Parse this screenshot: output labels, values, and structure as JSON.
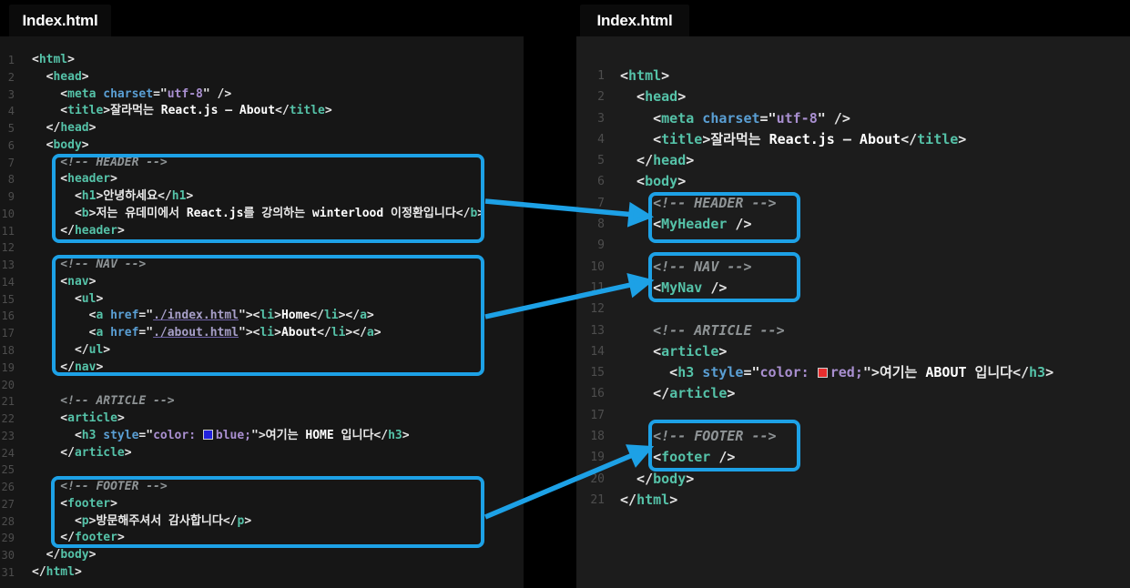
{
  "colors": {
    "accent": "#1da1e6",
    "swatch_blue": "#2222dd",
    "swatch_red": "#e62e2e",
    "tag": "#55c2a8",
    "attribute": "#5a9fd4",
    "string": "#a98fd0",
    "comment": "#8f9496"
  },
  "highlights": [
    {
      "panel": "left",
      "label": "HEADER"
    },
    {
      "panel": "left",
      "label": "NAV"
    },
    {
      "panel": "left",
      "label": "FOOTER"
    },
    {
      "panel": "right",
      "label": "HEADER"
    },
    {
      "panel": "right",
      "label": "NAV"
    },
    {
      "panel": "right",
      "label": "FOOTER"
    }
  ],
  "panels": [
    {
      "id": "left",
      "tab": "Index.html",
      "lines": [
        {
          "n": 1,
          "t": [
            [
              "br",
              "<"
            ],
            [
              "tag",
              "html"
            ],
            [
              "br",
              ">"
            ]
          ]
        },
        {
          "n": 2,
          "t": [
            [
              "br",
              "  <"
            ],
            [
              "tag",
              "head"
            ],
            [
              "br",
              ">"
            ]
          ]
        },
        {
          "n": 3,
          "t": [
            [
              "br",
              "    <"
            ],
            [
              "tag",
              "meta"
            ],
            [
              "attr",
              " charset"
            ],
            [
              "br",
              "=\""
            ],
            [
              "str",
              "utf-8"
            ],
            [
              "br",
              "\" />"
            ]
          ]
        },
        {
          "n": 4,
          "t": [
            [
              "br",
              "    <"
            ],
            [
              "tag",
              "title"
            ],
            [
              "br",
              ">"
            ],
            [
              "txt",
              "잘라먹는 "
            ],
            [
              "em",
              "React.js"
            ],
            [
              "txt",
              " – "
            ],
            [
              "em",
              "About"
            ],
            [
              "br",
              "</"
            ],
            [
              "tag",
              "title"
            ],
            [
              "br",
              ">"
            ]
          ]
        },
        {
          "n": 5,
          "t": [
            [
              "br",
              "  </"
            ],
            [
              "tag",
              "head"
            ],
            [
              "br",
              ">"
            ]
          ]
        },
        {
          "n": 6,
          "t": [
            [
              "br",
              "  <"
            ],
            [
              "tag",
              "body"
            ],
            [
              "br",
              ">"
            ]
          ]
        },
        {
          "n": 7,
          "t": [
            [
              "cmt",
              "    <!-- HEADER -->"
            ]
          ]
        },
        {
          "n": 8,
          "t": [
            [
              "br",
              "    <"
            ],
            [
              "tag",
              "header"
            ],
            [
              "br",
              ">"
            ]
          ]
        },
        {
          "n": 9,
          "t": [
            [
              "br",
              "      <"
            ],
            [
              "tag",
              "h1"
            ],
            [
              "br",
              ">"
            ],
            [
              "txt",
              "안녕하세요"
            ],
            [
              "br",
              "</"
            ],
            [
              "tag",
              "h1"
            ],
            [
              "br",
              ">"
            ]
          ]
        },
        {
          "n": 10,
          "t": [
            [
              "br",
              "      <"
            ],
            [
              "tag",
              "b"
            ],
            [
              "br",
              ">"
            ],
            [
              "txt",
              "저는 유데미에서 "
            ],
            [
              "em",
              "React.js"
            ],
            [
              "txt",
              "를 강의하는 "
            ],
            [
              "em",
              "winterlood"
            ],
            [
              "txt",
              " 이정환입니다"
            ],
            [
              "br",
              "</"
            ],
            [
              "tag",
              "b"
            ],
            [
              "br",
              ">"
            ]
          ]
        },
        {
          "n": 11,
          "t": [
            [
              "br",
              "    </"
            ],
            [
              "tag",
              "header"
            ],
            [
              "br",
              ">"
            ]
          ]
        },
        {
          "n": 12,
          "t": []
        },
        {
          "n": 13,
          "t": [
            [
              "cmt",
              "    <!-- NAV -->"
            ]
          ]
        },
        {
          "n": 14,
          "t": [
            [
              "br",
              "    <"
            ],
            [
              "tag",
              "nav"
            ],
            [
              "br",
              ">"
            ]
          ]
        },
        {
          "n": 15,
          "t": [
            [
              "br",
              "      <"
            ],
            [
              "tag",
              "ul"
            ],
            [
              "br",
              ">"
            ]
          ]
        },
        {
          "n": 16,
          "t": [
            [
              "br",
              "        <"
            ],
            [
              "tag",
              "a"
            ],
            [
              "attr",
              " href"
            ],
            [
              "br",
              "=\""
            ],
            [
              "link",
              "./index.html"
            ],
            [
              "br",
              "\"><"
            ],
            [
              "tag",
              "li"
            ],
            [
              "br",
              ">"
            ],
            [
              "em",
              "Home"
            ],
            [
              "br",
              "</"
            ],
            [
              "tag",
              "li"
            ],
            [
              "br",
              "></"
            ],
            [
              "tag",
              "a"
            ],
            [
              "br",
              ">"
            ]
          ]
        },
        {
          "n": 17,
          "t": [
            [
              "br",
              "        <"
            ],
            [
              "tag",
              "a"
            ],
            [
              "attr",
              " href"
            ],
            [
              "br",
              "=\""
            ],
            [
              "link",
              "./about.html"
            ],
            [
              "br",
              "\"><"
            ],
            [
              "tag",
              "li"
            ],
            [
              "br",
              ">"
            ],
            [
              "em",
              "About"
            ],
            [
              "br",
              "</"
            ],
            [
              "tag",
              "li"
            ],
            [
              "br",
              "></"
            ],
            [
              "tag",
              "a"
            ],
            [
              "br",
              ">"
            ]
          ]
        },
        {
          "n": 18,
          "t": [
            [
              "br",
              "      </"
            ],
            [
              "tag",
              "ul"
            ],
            [
              "br",
              ">"
            ]
          ]
        },
        {
          "n": 19,
          "t": [
            [
              "br",
              "    </"
            ],
            [
              "tag",
              "nav"
            ],
            [
              "br",
              ">"
            ]
          ]
        },
        {
          "n": 20,
          "t": []
        },
        {
          "n": 21,
          "t": [
            [
              "cmt",
              "    <!-- ARTICLE -->"
            ]
          ]
        },
        {
          "n": 22,
          "t": [
            [
              "br",
              "    <"
            ],
            [
              "tag",
              "article"
            ],
            [
              "br",
              ">"
            ]
          ]
        },
        {
          "n": 23,
          "t": [
            [
              "br",
              "      <"
            ],
            [
              "tag",
              "h3"
            ],
            [
              "attr",
              " style"
            ],
            [
              "br",
              "=\""
            ],
            [
              "str",
              "color: "
            ],
            [
              "swB",
              ""
            ],
            [
              "str",
              "blue;"
            ],
            [
              "br",
              "\">"
            ],
            [
              "txt",
              "여기는 "
            ],
            [
              "em",
              "HOME"
            ],
            [
              "txt",
              " 입니다"
            ],
            [
              "br",
              "</"
            ],
            [
              "tag",
              "h3"
            ],
            [
              "br",
              ">"
            ]
          ]
        },
        {
          "n": 24,
          "t": [
            [
              "br",
              "    </"
            ],
            [
              "tag",
              "article"
            ],
            [
              "br",
              ">"
            ]
          ]
        },
        {
          "n": 25,
          "t": []
        },
        {
          "n": 26,
          "t": [
            [
              "cmt",
              "    <!-- FOOTER -->"
            ]
          ]
        },
        {
          "n": 27,
          "t": [
            [
              "br",
              "    <"
            ],
            [
              "tag",
              "footer"
            ],
            [
              "br",
              ">"
            ]
          ]
        },
        {
          "n": 28,
          "t": [
            [
              "br",
              "      <"
            ],
            [
              "tag",
              "p"
            ],
            [
              "br",
              ">"
            ],
            [
              "txt",
              "방문해주셔서 감사합니다"
            ],
            [
              "br",
              "</"
            ],
            [
              "tag",
              "p"
            ],
            [
              "br",
              ">"
            ]
          ]
        },
        {
          "n": 29,
          "t": [
            [
              "br",
              "    </"
            ],
            [
              "tag",
              "footer"
            ],
            [
              "br",
              ">"
            ]
          ]
        },
        {
          "n": 30,
          "t": [
            [
              "br",
              "  </"
            ],
            [
              "tag",
              "body"
            ],
            [
              "br",
              ">"
            ]
          ]
        },
        {
          "n": 31,
          "t": [
            [
              "br",
              "</"
            ],
            [
              "tag",
              "html"
            ],
            [
              "br",
              ">"
            ]
          ]
        }
      ]
    },
    {
      "id": "right",
      "tab": "Index.html",
      "lines": [
        {
          "n": 1,
          "t": [
            [
              "br",
              "<"
            ],
            [
              "tag",
              "html"
            ],
            [
              "br",
              ">"
            ]
          ]
        },
        {
          "n": 2,
          "t": [
            [
              "br",
              "  <"
            ],
            [
              "tag",
              "head"
            ],
            [
              "br",
              ">"
            ]
          ]
        },
        {
          "n": 3,
          "t": [
            [
              "br",
              "    <"
            ],
            [
              "tag",
              "meta"
            ],
            [
              "attr",
              " charset"
            ],
            [
              "br",
              "=\""
            ],
            [
              "str",
              "utf-8"
            ],
            [
              "br",
              "\" />"
            ]
          ]
        },
        {
          "n": 4,
          "t": [
            [
              "br",
              "    <"
            ],
            [
              "tag",
              "title"
            ],
            [
              "br",
              ">"
            ],
            [
              "txt",
              "잘라먹는 "
            ],
            [
              "em",
              "React.js"
            ],
            [
              "txt",
              " – "
            ],
            [
              "em",
              "About"
            ],
            [
              "br",
              "</"
            ],
            [
              "tag",
              "title"
            ],
            [
              "br",
              ">"
            ]
          ]
        },
        {
          "n": 5,
          "t": [
            [
              "br",
              "  </"
            ],
            [
              "tag",
              "head"
            ],
            [
              "br",
              ">"
            ]
          ]
        },
        {
          "n": 6,
          "t": [
            [
              "br",
              "  <"
            ],
            [
              "tag",
              "body"
            ],
            [
              "br",
              ">"
            ]
          ]
        },
        {
          "n": 7,
          "t": [
            [
              "cmt",
              "    <!-- HEADER -->"
            ]
          ]
        },
        {
          "n": 8,
          "t": [
            [
              "br",
              "    <"
            ],
            [
              "tag",
              "MyHeader"
            ],
            [
              "br",
              " />"
            ]
          ]
        },
        {
          "n": 9,
          "t": []
        },
        {
          "n": 10,
          "t": [
            [
              "cmt",
              "    <!-- NAV -->"
            ]
          ]
        },
        {
          "n": 11,
          "t": [
            [
              "br",
              "    <"
            ],
            [
              "tag",
              "MyNav"
            ],
            [
              "br",
              " />"
            ]
          ]
        },
        {
          "n": 12,
          "t": []
        },
        {
          "n": 13,
          "t": [
            [
              "cmt",
              "    <!-- ARTICLE -->"
            ]
          ]
        },
        {
          "n": 14,
          "t": [
            [
              "br",
              "    <"
            ],
            [
              "tag",
              "article"
            ],
            [
              "br",
              ">"
            ]
          ]
        },
        {
          "n": 15,
          "t": [
            [
              "br",
              "      <"
            ],
            [
              "tag",
              "h3"
            ],
            [
              "attr",
              " style"
            ],
            [
              "br",
              "=\""
            ],
            [
              "str",
              "color: "
            ],
            [
              "swR",
              ""
            ],
            [
              "str",
              "red;"
            ],
            [
              "br",
              "\">"
            ],
            [
              "txt",
              "여기는 "
            ],
            [
              "em",
              "ABOUT"
            ],
            [
              "txt",
              " 입니다"
            ],
            [
              "br",
              "</"
            ],
            [
              "tag",
              "h3"
            ],
            [
              "br",
              ">"
            ]
          ]
        },
        {
          "n": 16,
          "t": [
            [
              "br",
              "    </"
            ],
            [
              "tag",
              "article"
            ],
            [
              "br",
              ">"
            ]
          ]
        },
        {
          "n": 17,
          "t": []
        },
        {
          "n": 18,
          "t": [
            [
              "cmt",
              "    <!-- FOOTER -->"
            ]
          ]
        },
        {
          "n": 19,
          "t": [
            [
              "br",
              "    <"
            ],
            [
              "tag",
              "footer"
            ],
            [
              "br",
              " />"
            ]
          ]
        },
        {
          "n": 20,
          "t": [
            [
              "br",
              "  </"
            ],
            [
              "tag",
              "body"
            ],
            [
              "br",
              ">"
            ]
          ]
        },
        {
          "n": 21,
          "t": [
            [
              "br",
              "</"
            ],
            [
              "tag",
              "html"
            ],
            [
              "br",
              ">"
            ]
          ]
        }
      ]
    }
  ]
}
